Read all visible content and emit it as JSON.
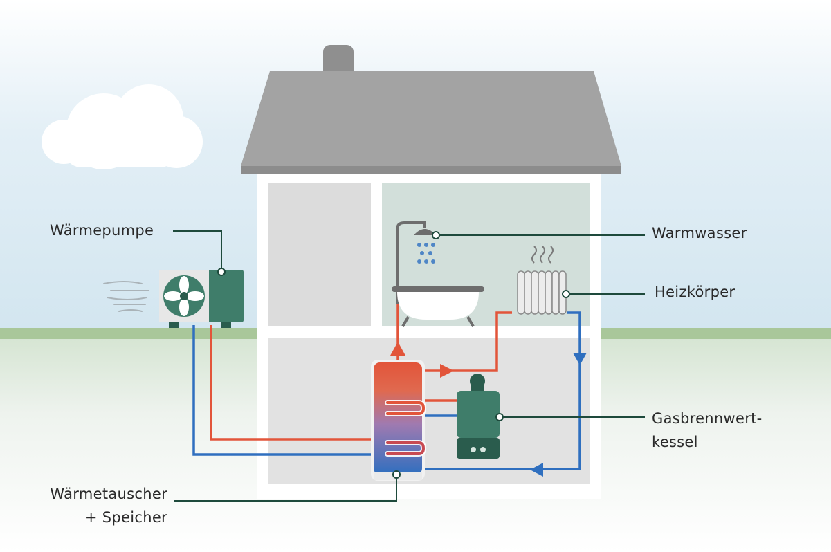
{
  "labels": {
    "heat_pump": "Wärmepumpe",
    "hot_water": "Warmwasser",
    "radiator": "Heizkörper",
    "gas_boiler_line1": "Gasbrennwert-",
    "gas_boiler_line2": "kessel",
    "exchanger_line1": "Wärmetauscher",
    "exchanger_line2": "+ Speicher"
  },
  "colors": {
    "hot_pipe": "#e2553a",
    "cold_pipe": "#2f6fbf",
    "leader_line": "#1e4a3c",
    "device_green": "#3f7d6a",
    "roof": "#a3a3a3",
    "ground": "#a9c79a"
  },
  "icons": {
    "heat_pump": "fan-unit-icon",
    "wind": "wind-icon",
    "shower": "shower-icon",
    "bathtub": "bathtub-icon",
    "radiator": "radiator-icon",
    "boiler": "gas-boiler-icon",
    "tank": "storage-tank-icon"
  }
}
